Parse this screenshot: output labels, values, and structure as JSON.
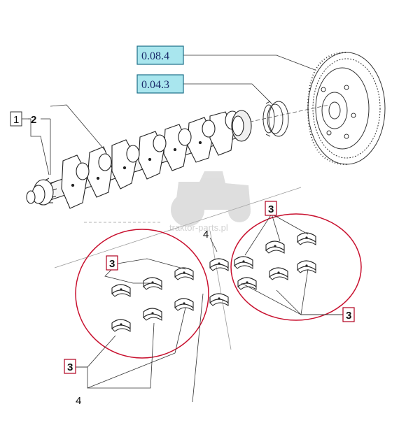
{
  "refs": {
    "ref_a": "0.08.4",
    "ref_b": "0.04.3"
  },
  "callouts": {
    "boxed_1": "1",
    "label_2": "2",
    "label_4_mid": "4",
    "label_4_bottom": "4",
    "boxed_3_top_right": "3",
    "boxed_3_left": "3",
    "boxed_3_right": "3",
    "boxed_3_bottom_left": "3"
  },
  "watermark": {
    "text": "traktor-parts.pl"
  },
  "colors": {
    "ref_fill": "#a9e6ee",
    "ref_border": "#1b6f88",
    "circle": "#c8102e",
    "line": "#333333",
    "box_border": "#b0001e"
  },
  "icons": {
    "watermark_logo": "tractor-icon"
  }
}
